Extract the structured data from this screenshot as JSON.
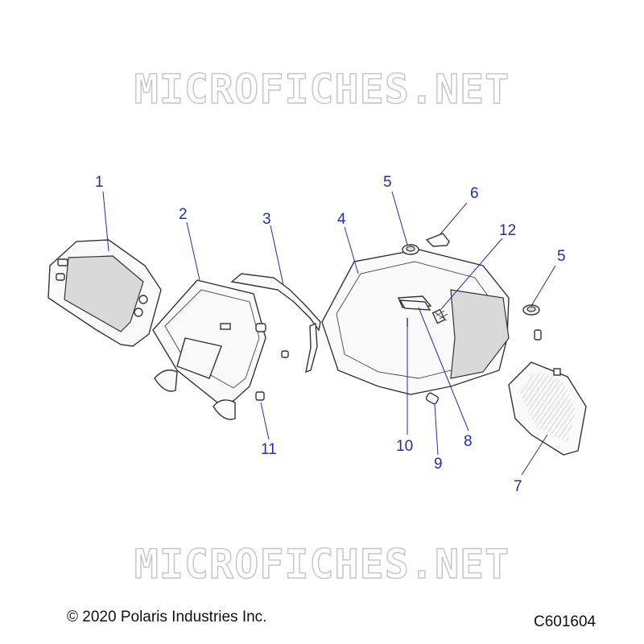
{
  "watermark": {
    "text": "MICROFICHES.NET"
  },
  "footer": {
    "copyright": "© 2020 Polaris Industries Inc.",
    "drawing_code": "C601604"
  },
  "callouts": {
    "c1": "1",
    "c2": "2",
    "c3": "3",
    "c4": "4",
    "c5a": "5",
    "c5b": "5",
    "c6": "6",
    "c7": "7",
    "c8": "8",
    "c9": "9",
    "c10": "10",
    "c11": "11",
    "c12": "12"
  },
  "colors": {
    "callout": "#1f2fa8",
    "watermark": "#c4c4c4",
    "line": "#333333"
  }
}
